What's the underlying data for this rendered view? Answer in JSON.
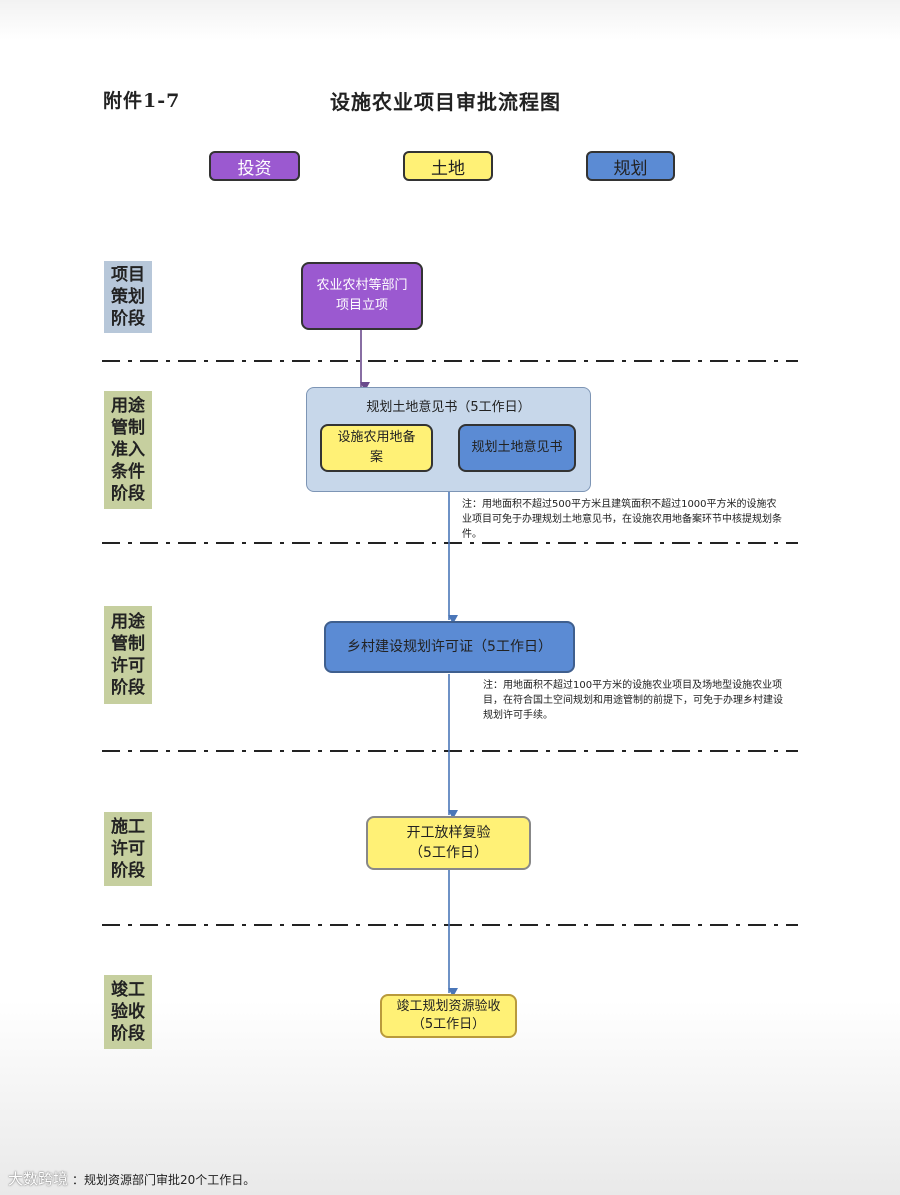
{
  "header": {
    "attachment": "附件1-7",
    "title": "设施农业项目审批流程图"
  },
  "legend": [
    {
      "label": "投资",
      "color": "#9b59d0"
    },
    {
      "label": "土地",
      "color": "#fff176"
    },
    {
      "label": "规划",
      "color": "#5b8bd4"
    }
  ],
  "stages": [
    "项目策划阶段",
    "用途管制准入条件阶段",
    "用途管制许可阶段",
    "施工许可阶段",
    "竣工验收阶段"
  ],
  "nodes": {
    "project_approval": "农业农村等部门项目立项",
    "land_opinion_group": "规划土地意见书（5工作日）",
    "facility_land_record": "设施农用地备案",
    "land_opinion": "规划土地意见书",
    "rural_permit": "乡村建设规划许可证（5工作日）",
    "construction_check": "开工放样复验（5工作日）",
    "completion_check": "竣工规划资源验收（5工作日）"
  },
  "notes": {
    "note1": "注：用地面积不超过500平方米且建筑面积不超过1000平方米的设施农业项目可免于办理规划土地意见书，在设施农用地备案环节中核提规划条件。",
    "note2": "注：用地面积不超过100平方米的设施农业项目及场地型设施农业项目，在符合国土空间规划和用途管制的前提下，可免于办理乡村建设规划许可手续。"
  },
  "footer": {
    "watermark": "大数跨境",
    "text": "：规划资源部门审批20个工作日。"
  }
}
